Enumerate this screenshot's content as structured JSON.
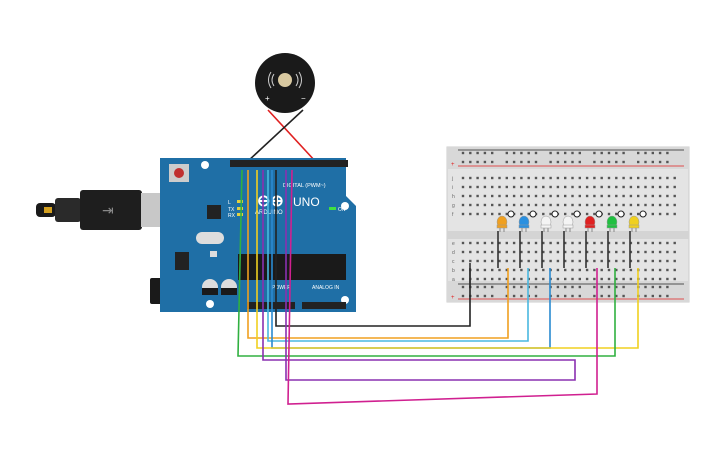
{
  "board": {
    "brand": "ARDUINO",
    "model": "UNO",
    "digital_label": "DIGITAL (PWM~)",
    "power_label": "POWER",
    "analog_label": "ANALOG IN",
    "on_label": "ON",
    "tx_label": "TX",
    "rx_label": "RX",
    "l_label": "L"
  },
  "buzzer": {
    "plus": "+",
    "minus": "−"
  },
  "breadboard": {
    "row_letters_top": [
      "j",
      "i",
      "h",
      "g",
      "f"
    ],
    "row_letters_bottom": [
      "e",
      "d",
      "c",
      "b",
      "a"
    ],
    "plus": "+",
    "minus": "−"
  },
  "leds": [
    {
      "color": "#f0a020",
      "name": "orange"
    },
    {
      "color": "#2a90e0",
      "name": "blue"
    },
    {
      "color": "#f4f4f4",
      "name": "white"
    },
    {
      "color": "#f4f4f4",
      "name": "white"
    },
    {
      "color": "#e02020",
      "name": "red"
    },
    {
      "color": "#20c040",
      "name": "green"
    },
    {
      "color": "#f0d020",
      "name": "yellow"
    }
  ],
  "wire_colors": {
    "black": "#222222",
    "orange": "#f0a020",
    "lightblue": "#4ab8e0",
    "blue": "#2a8ad0",
    "yellow": "#f0d020",
    "green": "#30b040",
    "purple": "#8a30b0",
    "magenta": "#d02090",
    "red": "#e02020"
  }
}
